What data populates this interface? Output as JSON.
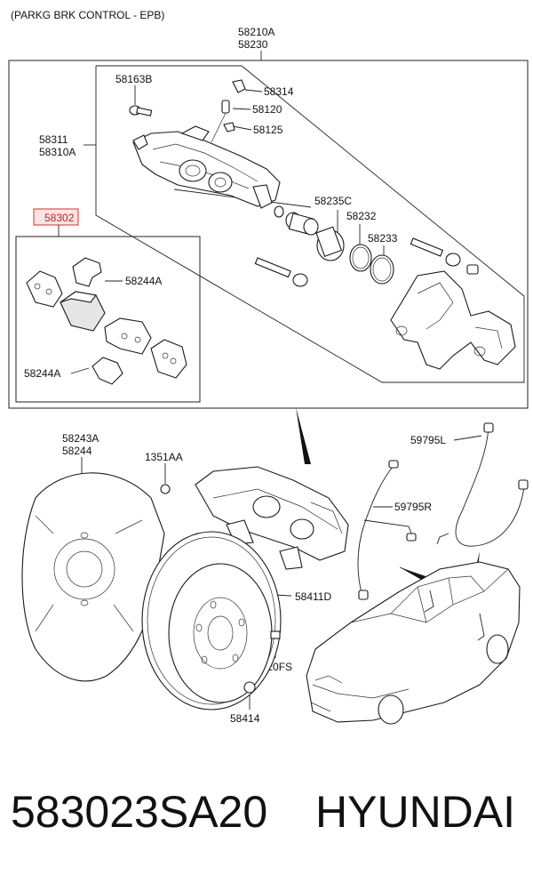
{
  "header": {
    "title": "(PARKG BRK CONTROL - EPB)"
  },
  "labels": {
    "assy_top": "58210A",
    "assy_bottom": "58230",
    "bolt_58163B": "58163B",
    "cap_58314": "58314",
    "bleeder_58120": "58120",
    "cap_58125": "58125",
    "caliper_58311": "58311",
    "caliper_58310A": "58310A",
    "highlight_58302": "58302",
    "seal_kit_58235C": "58235C",
    "piston_seal_58232": "58232",
    "boot_58233": "58233",
    "pad_spring_58244A_1": "58244A",
    "pad_spring_58244A_2": "58244A",
    "shield_58243A": "58243A",
    "shield_58244": "58244",
    "bolt_1351AA": "1351AA",
    "sensor_59795L": "59795L",
    "sensor_59795R": "59795R",
    "disc_58411D": "58411D",
    "screw_1220FS": "1220FS",
    "plug_58414": "58414"
  },
  "footer": {
    "part_number": "583023SA20",
    "brand": "HYUNDAI"
  },
  "colors": {
    "highlight_border": "#d9534f",
    "highlight_fill": "#fbe3e3",
    "line": "#222222"
  }
}
